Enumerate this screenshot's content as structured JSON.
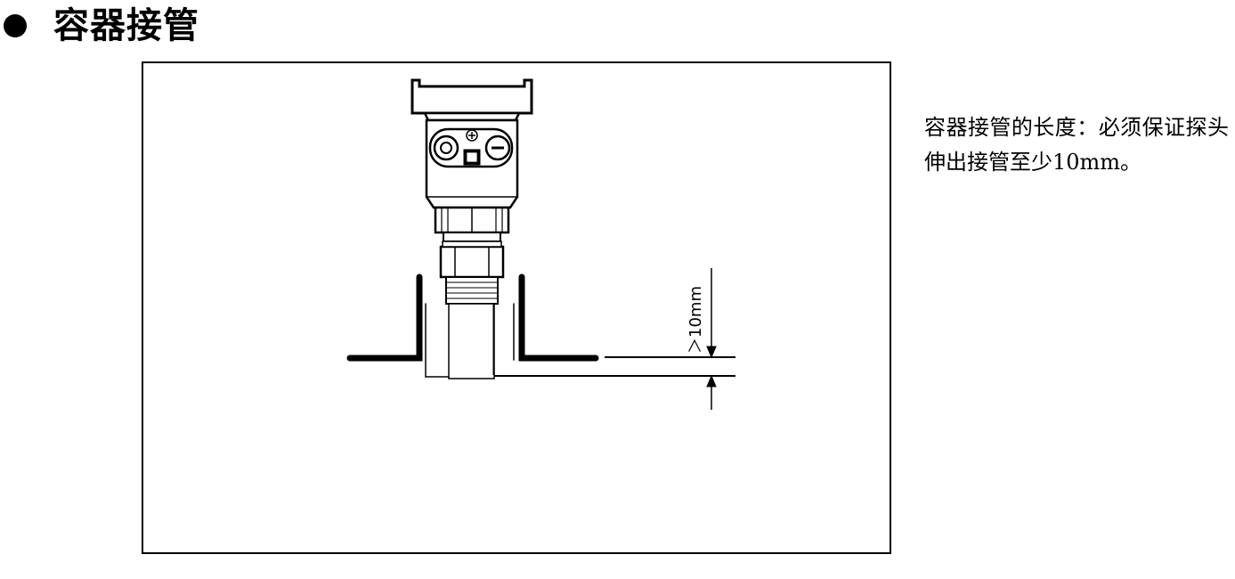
{
  "section": {
    "title": "容器接管"
  },
  "figure": {
    "dimension_label": "＞10mm"
  },
  "note": {
    "text": "容器接管的长度：必须保证探头伸出接管至少10mm。"
  },
  "colors": {
    "ink": "#000000",
    "background": "#ffffff",
    "light_fill": "#f4f4f4"
  },
  "icons": {
    "bullet": "filled-circle",
    "plus": "plus-circle-icon",
    "minus": "minus-circle-icon"
  }
}
